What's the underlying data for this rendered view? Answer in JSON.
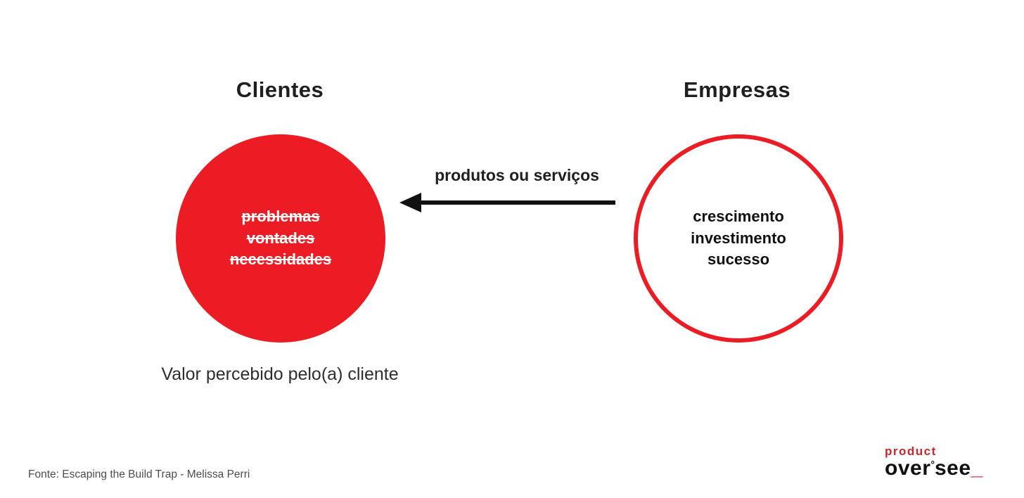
{
  "colors": {
    "red": "#ec1c24",
    "logo_red": "#d0252c",
    "title_text": "#1f1f1f",
    "background": "#ffffff"
  },
  "diagram": {
    "left": {
      "title": "Clientes",
      "items": [
        "problemas",
        "vontades",
        "necessidades"
      ],
      "items_style": "strikethrough-white-on-red",
      "caption": "Valor percebido pelo(a) cliente"
    },
    "right": {
      "title": "Empresas",
      "items": [
        "crescimento",
        "investimento",
        "sucesso"
      ]
    },
    "arrow": {
      "label": "produtos ou serviços",
      "direction": "right-to-left"
    }
  },
  "footer": {
    "source": "Fonte: Escaping the Build Trap - Melissa Perri"
  },
  "logo": {
    "top": "product",
    "bottom_part1": "ove",
    "bottom_part2": "r",
    "bottom_degree": "°",
    "bottom_part3": "see",
    "bottom_underscore": "_"
  }
}
